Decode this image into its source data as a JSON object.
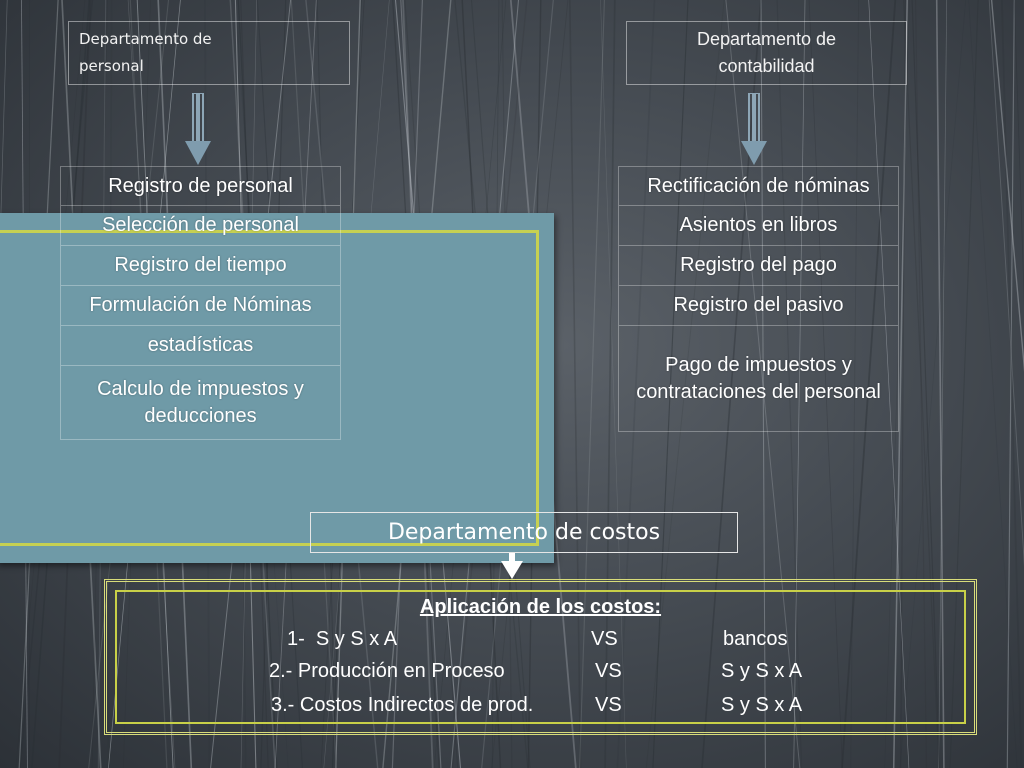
{
  "departments": {
    "personal": {
      "line1": "Departamento de",
      "line2": "personal",
      "items": [
        "Registro de personal",
        "Selección de personal",
        "Registro del tiempo",
        "Formulación de Nóminas",
        "estadísticas",
        "Calculo de impuestos y deducciones"
      ]
    },
    "contabilidad": {
      "line1": "Departamento de",
      "line2": "contabilidad",
      "items": [
        "Rectificación de nóminas",
        "Asientos en libros",
        "Registro del pago",
        "Registro del pasivo",
        "Pago de impuestos y contrataciones del personal"
      ]
    },
    "costos": {
      "title": "Departamento de costos"
    }
  },
  "aplicacion": {
    "title": "Aplicación de los costos:",
    "rows": [
      {
        "left": "1-  S y S x A",
        "vs": "VS",
        "right": "bancos"
      },
      {
        "left": "2.- Producción en Proceso",
        "vs": "VS",
        "right": "S y S x A"
      },
      {
        "left": "3.- Costos Indirectos de prod.",
        "vs": "VS",
        "right": "S y S x A"
      }
    ]
  },
  "colors": {
    "panel": "#6f9aa7",
    "accent_yellow": "#c6d052",
    "arrow": "#7f9cae"
  }
}
